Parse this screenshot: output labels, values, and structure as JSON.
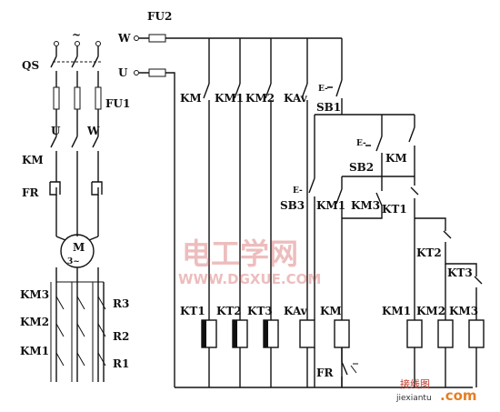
{
  "power": {
    "tilde": "~",
    "qs": "QS",
    "fu1": "FU1",
    "phase_u": "U",
    "phase_w": "W",
    "km": "KM",
    "fr": "FR",
    "motor": "M",
    "motor_phase": "3~",
    "km3": "KM3",
    "km2": "KM2",
    "km1": "KM1",
    "r3": "R3",
    "r2": "R2",
    "r1": "R1"
  },
  "control": {
    "fu2": "FU2",
    "line_w": "W",
    "line_u": "U",
    "contacts": [
      "KM",
      "KM1",
      "KM2",
      "KAv",
      "E-",
      "SB1",
      "E-",
      "SB2",
      "KM",
      "E-",
      "SB3",
      "KM1",
      "KM3",
      "KT1",
      "KT2",
      "KT3"
    ],
    "coils": [
      "KT1",
      "KT2",
      "KT3",
      "KAv",
      "KM",
      "KM1",
      "KM2",
      "KM3"
    ],
    "fr_contact": "FR"
  },
  "watermarks": {
    "cn": "电工学网",
    "site": "WWW.DGXUE.COM",
    "logo_cn": "接线图",
    "logo_site": "jiexiantu",
    "logo_com": ".com"
  }
}
